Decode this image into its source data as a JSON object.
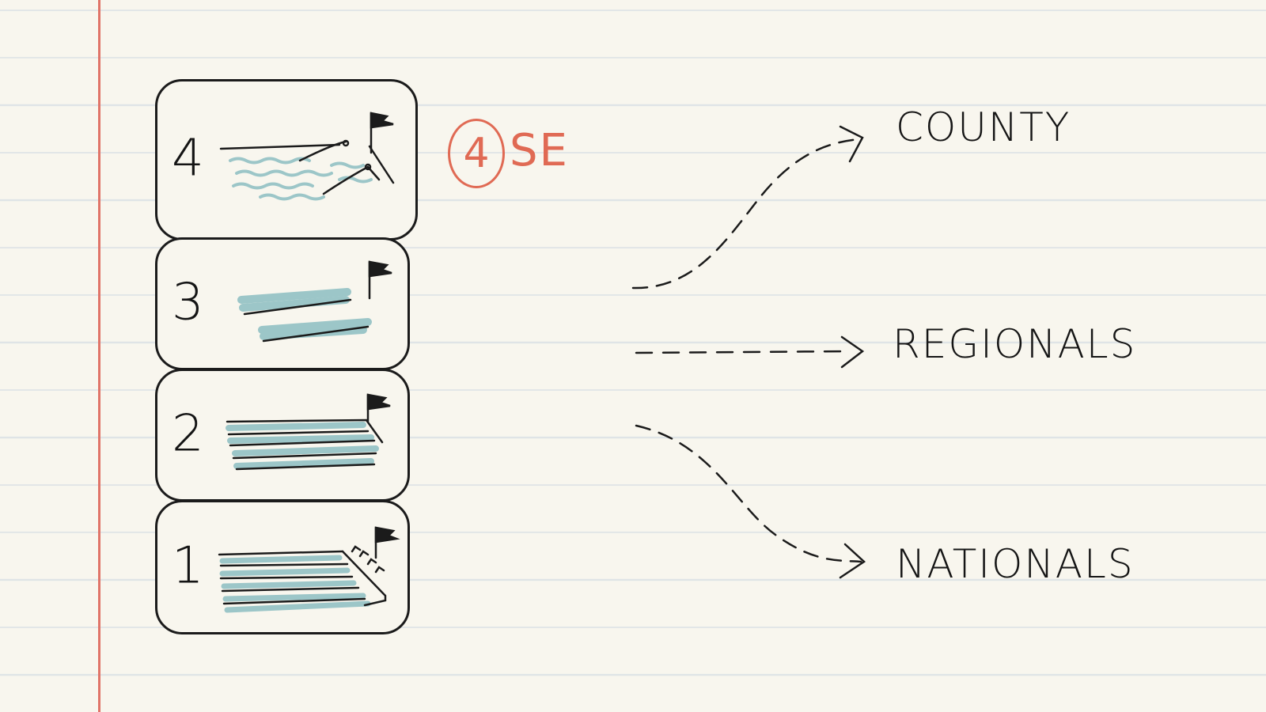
{
  "levels": [
    {
      "number": "4",
      "icon": "open-water-icon"
    },
    {
      "number": "3",
      "icon": "short-course-pool-icon"
    },
    {
      "number": "2",
      "icon": "long-pool-icon"
    },
    {
      "number": "1",
      "icon": "pool-with-blocks-icon"
    }
  ],
  "badge": {
    "number": "4",
    "text": "SE"
  },
  "destinations": [
    "COUNTY",
    "REGIONALS",
    "NATIONALS"
  ],
  "colors": {
    "ink": "#1b1b1b",
    "water": "#9cc6c8",
    "accent": "#e06a54",
    "margin": "#e07468",
    "paper": "#f8f6ee"
  }
}
